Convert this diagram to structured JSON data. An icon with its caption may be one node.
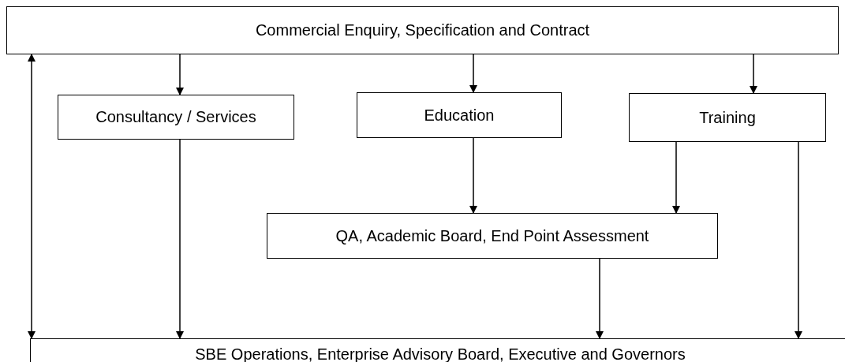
{
  "diagram": {
    "nodes": [
      {
        "text": [
          "Commercial Enquiry, Specification and Contract"
        ]
      },
      {
        "text": [
          "Consultancy / Services"
        ]
      },
      {
        "text": [
          "Education"
        ]
      },
      {
        "text": [
          "Training"
        ]
      },
      {
        "text": [
          "QA, Academic Board, End Point Assessment"
        ]
      },
      {
        "text": [
          "SBE Operations, Enterprise Advisory Board, Executive and Governors"
        ]
      }
    ],
    "edges": [
      {
        "from": 0,
        "to": 1,
        "arrow": "to"
      },
      {
        "from": 0,
        "to": 2,
        "arrow": "to"
      },
      {
        "from": 0,
        "to": 3,
        "arrow": "to"
      },
      {
        "from": 0,
        "to": 5,
        "arrow": "both"
      },
      {
        "from": 1,
        "to": 5,
        "arrow": "to"
      },
      {
        "from": 2,
        "to": 4,
        "arrow": "to"
      },
      {
        "from": 3,
        "to": 4,
        "arrow": "to"
      },
      {
        "from": 4,
        "to": 5,
        "arrow": "to"
      },
      {
        "from": 3,
        "to": 5,
        "arrow": "to"
      }
    ]
  }
}
